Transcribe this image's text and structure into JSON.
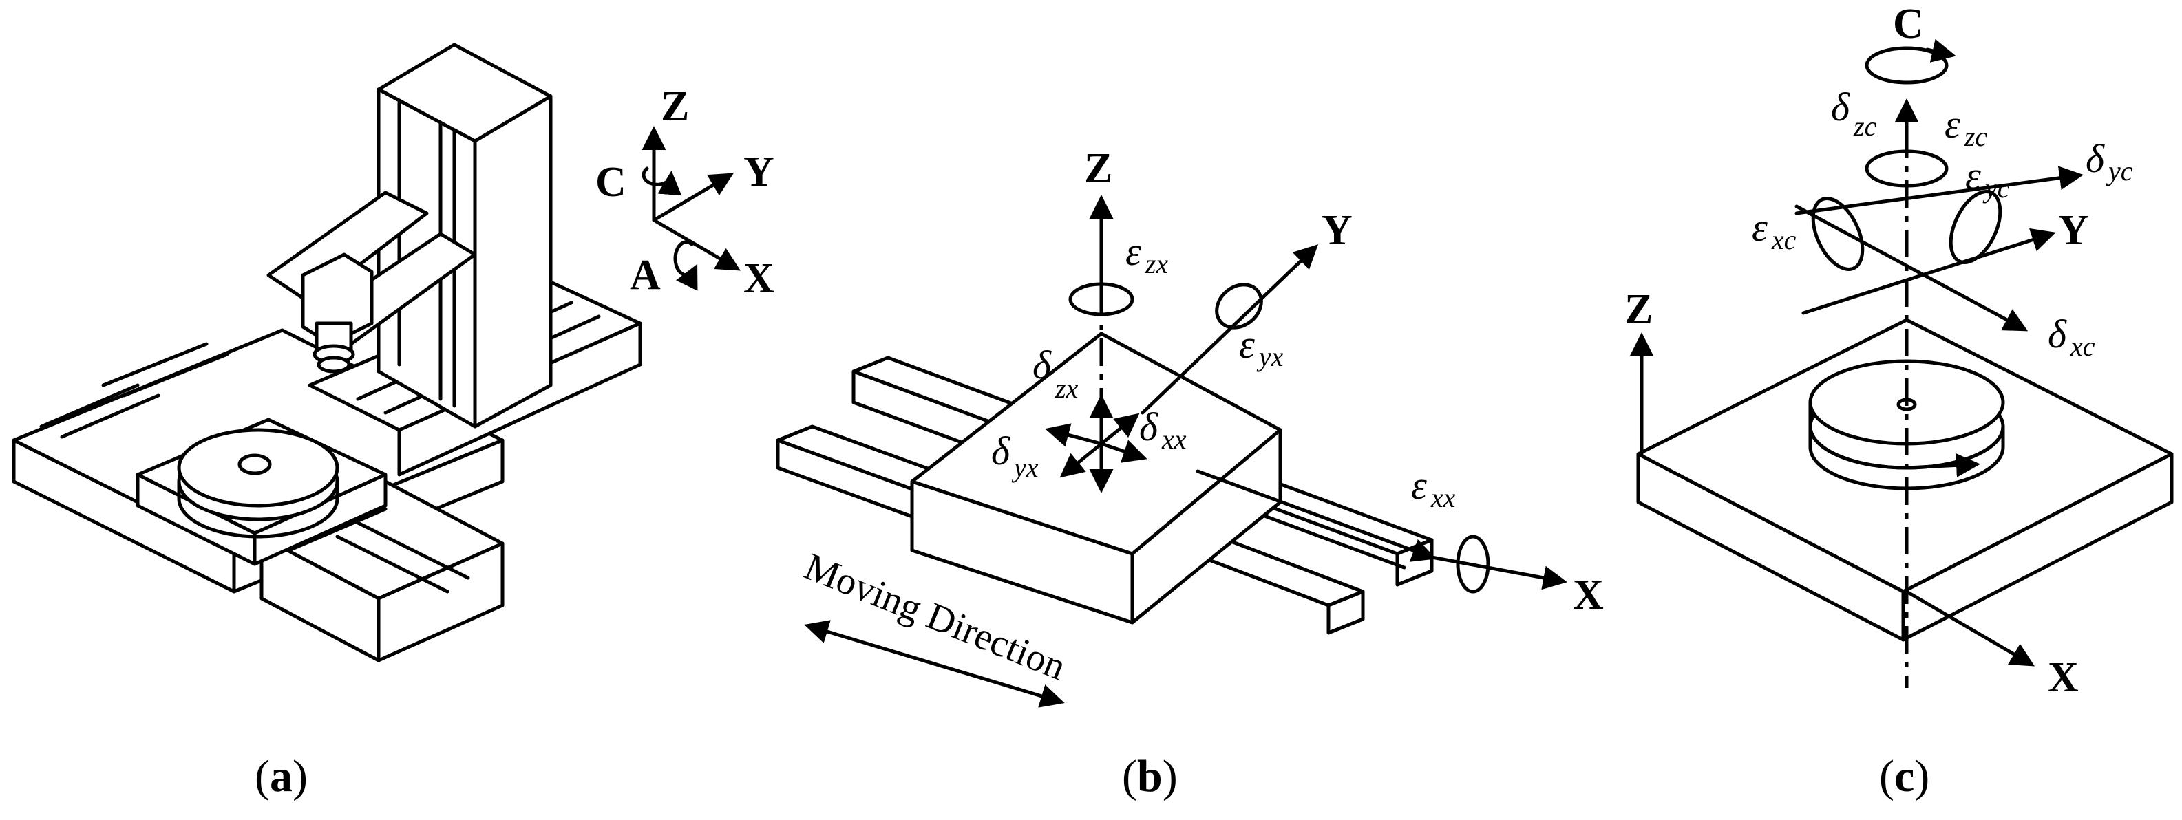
{
  "panel_a": {
    "axes": {
      "z": "Z",
      "y": "Y",
      "x": "X",
      "c": "C",
      "a": "A"
    },
    "caption": {
      "open": "(",
      "letter": "a",
      "close": ")"
    }
  },
  "panel_b": {
    "axes": {
      "z": "Z",
      "y": "Y",
      "x": "X"
    },
    "errors": {
      "epsilon_zx": {
        "sym": "ε",
        "sub": "zx"
      },
      "epsilon_yx": {
        "sym": "ε",
        "sub": "yx"
      },
      "epsilon_xx": {
        "sym": "ε",
        "sub": "xx"
      },
      "delta_zx": {
        "sym": "δ",
        "sub": "zx"
      },
      "delta_yx": {
        "sym": "δ",
        "sub": "yx"
      },
      "delta_xx": {
        "sym": "δ",
        "sub": "xx"
      }
    },
    "moving_direction": "Moving Direction",
    "caption": {
      "open": "(",
      "letter": "b",
      "close": ")"
    }
  },
  "panel_c": {
    "axes": {
      "c": "C",
      "y": "Y",
      "z": "Z",
      "x": "X"
    },
    "errors": {
      "delta_zc": {
        "sym": "δ",
        "sub": "zc"
      },
      "epsilon_zc": {
        "sym": "ε",
        "sub": "zc"
      },
      "epsilon_yc": {
        "sym": "ε",
        "sub": "yc"
      },
      "delta_yc": {
        "sym": "δ",
        "sub": "yc"
      },
      "epsilon_xc": {
        "sym": "ε",
        "sub": "xc"
      },
      "delta_xc": {
        "sym": "δ",
        "sub": "xc"
      }
    },
    "caption": {
      "open": "(",
      "letter": "c",
      "close": ")"
    }
  }
}
